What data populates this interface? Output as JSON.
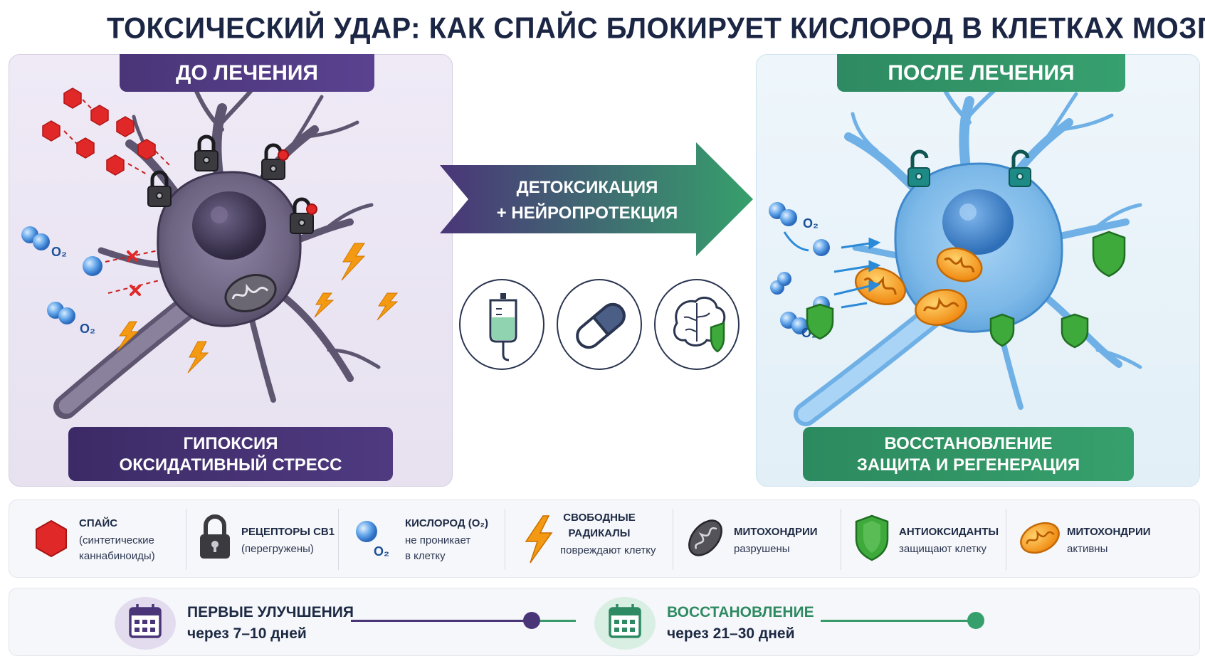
{
  "title": "ТОКСИЧЕСКИЙ УДАР: КАК СПАЙС БЛОКИРУЕТ КИСЛОРОД В КЛЕТКАХ МОЗГА",
  "before": {
    "header": "ДО ЛЕЧЕНИЯ",
    "result_line1": "ГИПОКСИЯ",
    "result_line2": "ОКСИДАТИВНЫЙ СТРЕСС",
    "o2_label": "O₂"
  },
  "after": {
    "header": "ПОСЛЕ ЛЕЧЕНИЯ",
    "result_line1": "ВОССТАНОВЛЕНИЕ",
    "result_line2": "ЗАЩИТА И РЕГЕНЕРАЦИЯ",
    "o2_label": "O₂"
  },
  "transition": {
    "line1": "ДЕТОКСИКАЦИЯ",
    "line2": "+ НЕЙРОПРОТЕКЦИЯ",
    "icons": [
      "iv-drip-icon",
      "pill-capsule-icon",
      "brain-shield-icon"
    ]
  },
  "legend": [
    {
      "icon": "hexagon-icon",
      "name": "СПАЙС",
      "desc": [
        "(синтетические",
        "каннабиноиды)"
      ],
      "color": "#e02828"
    },
    {
      "icon": "padlock-icon",
      "name": "РЕЦЕПТОРЫ CB1",
      "desc": [
        "(перегружены)"
      ],
      "color": "#3a3a3f"
    },
    {
      "icon": "oxygen-molecule-icon",
      "name": "КИСЛОРОД (O₂)",
      "desc": [
        "не проникает",
        "в клетку"
      ],
      "color": "#3d86d6"
    },
    {
      "icon": "lightning-icon",
      "name_lines": [
        "СВОБОДНЫЕ",
        "РАДИКАЛЫ"
      ],
      "desc": [
        "повреждают клетку"
      ],
      "color": "#f39a12"
    },
    {
      "icon": "mitochondria-damaged-icon",
      "name": "МИТОХОНДРИИ",
      "desc": [
        "разрушены"
      ],
      "color": "#55535a"
    },
    {
      "icon": "shield-icon",
      "name": "АНТИОКСИДАНТЫ",
      "desc": [
        "защищают клетку"
      ],
      "color": "#3faa3c"
    },
    {
      "icon": "mitochondria-active-icon",
      "name": "МИТОХОНДРИИ",
      "desc": [
        "активны"
      ],
      "color": "#f5a623"
    }
  ],
  "timeline": [
    {
      "icon": "calendar-icon",
      "title": "ПЕРВЫЕ УЛУЧШЕНИЯ",
      "sub": "через 7–10 дней",
      "color": "#4a3578"
    },
    {
      "icon": "calendar-icon",
      "title": "ВОССТАНОВЛЕНИЕ",
      "sub": "через 21–30 дней",
      "color": "#2e8a62"
    }
  ]
}
